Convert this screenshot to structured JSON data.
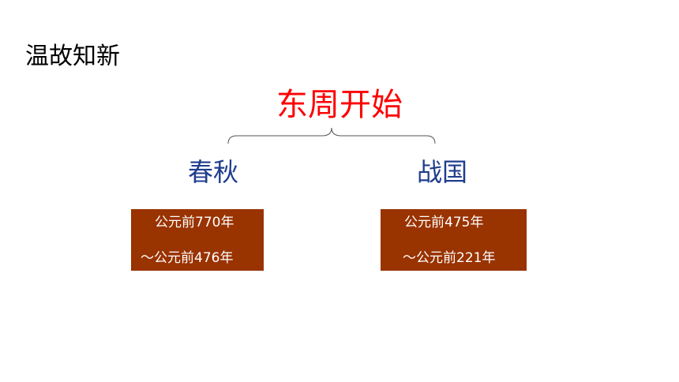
{
  "heading": "温故知新",
  "main_title": "东周开始",
  "colors": {
    "title_red": "#ff0000",
    "period_blue": "#1f3d8c",
    "box_brown": "#993300",
    "brace_gray": "#555555"
  },
  "periods": [
    {
      "name": "春秋",
      "date_line1": "公元前770年",
      "date_line2": "～公元前476年"
    },
    {
      "name": "战国",
      "date_line1": "公元前475年",
      "date_line2": "～公元前221年"
    }
  ]
}
